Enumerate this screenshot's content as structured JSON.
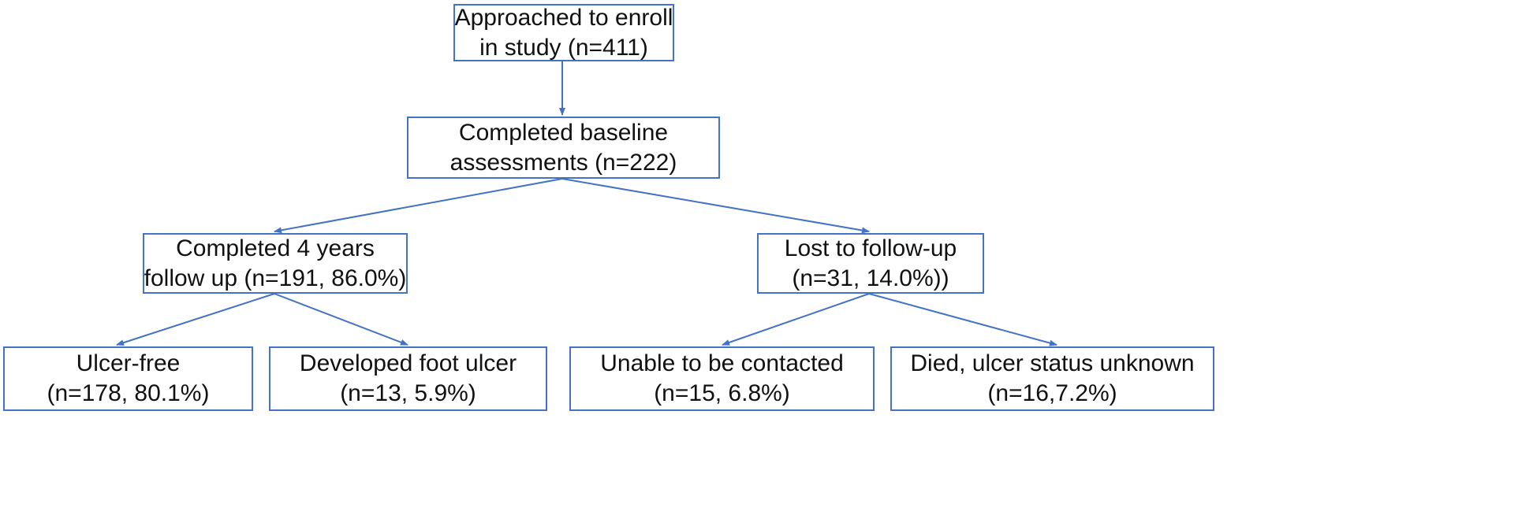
{
  "colors": {
    "border": "#4472c4",
    "arrow": "#4472c4",
    "text": "#111111",
    "background": "#ffffff"
  },
  "nodes": {
    "approached": {
      "line1": "Approached to enroll",
      "line2": "in study (n=411)"
    },
    "baseline": {
      "line1": "Completed baseline",
      "line2": "assessments (n=222)"
    },
    "completed": {
      "line1": "Completed 4 years",
      "line2": "follow up (n=191, 86.0%)"
    },
    "lost": {
      "line1": "Lost to follow-up",
      "line2": "(n=31, 14.0%))"
    },
    "ulcer_free": {
      "line1": "Ulcer-free",
      "line2": "(n=178, 80.1%)"
    },
    "foot_ulcer": {
      "line1": "Developed foot ulcer",
      "line2": "(n=13, 5.9%)"
    },
    "uncontactable": {
      "line1": "Unable to be contacted",
      "line2": "(n=15, 6.8%)"
    },
    "died": {
      "line1": "Died, ulcer status unknown",
      "line2": "(n=16,7.2%)"
    }
  },
  "edges": [
    {
      "from": "approached",
      "to": "baseline"
    },
    {
      "from": "baseline",
      "to": "completed"
    },
    {
      "from": "baseline",
      "to": "lost"
    },
    {
      "from": "completed",
      "to": "ulcer_free"
    },
    {
      "from": "completed",
      "to": "foot_ulcer"
    },
    {
      "from": "lost",
      "to": "uncontactable"
    },
    {
      "from": "lost",
      "to": "died"
    }
  ]
}
